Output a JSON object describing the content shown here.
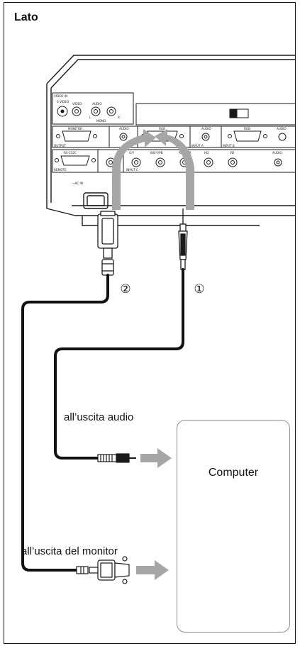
{
  "figure": {
    "title": "Lato",
    "labels": {
      "audio_output": "all’uscita audio",
      "monitor_output": "all’uscita del monitor",
      "computer": "Computer"
    },
    "callouts": [
      "①",
      "②"
    ],
    "panel_labels": {
      "video_in": "VIDEO IN",
      "s_video": "S VIDEO",
      "video": "VIDEO",
      "audio": "AUDIO",
      "mono": "MONO",
      "l": "L",
      "r": "R",
      "monitor": "MONITOR",
      "output": "OUTPUT",
      "rgb": "RGB",
      "input_a": "INPUT A",
      "input_b": "INPUT B",
      "input_c": "INPUT C",
      "rs232c": "RS-232C",
      "remote": "REMOTE",
      "hd": "HD",
      "vd": "VD",
      "ac_in": "~AC IN",
      "g_y": "G/Y",
      "b_pb": "B/B-Y/PB",
      "r_pr": "R/R-Y/PR"
    }
  },
  "colors": {
    "cable": "#111111",
    "arrow": "#a6a6a6",
    "outline": "#1a1a1a",
    "box_border": "#8c8c8c"
  },
  "icons": [
    "projector-rear-panel",
    "vga-connector-icon",
    "audio-jack-icon",
    "laptop-icon",
    "arrow-icon"
  ]
}
